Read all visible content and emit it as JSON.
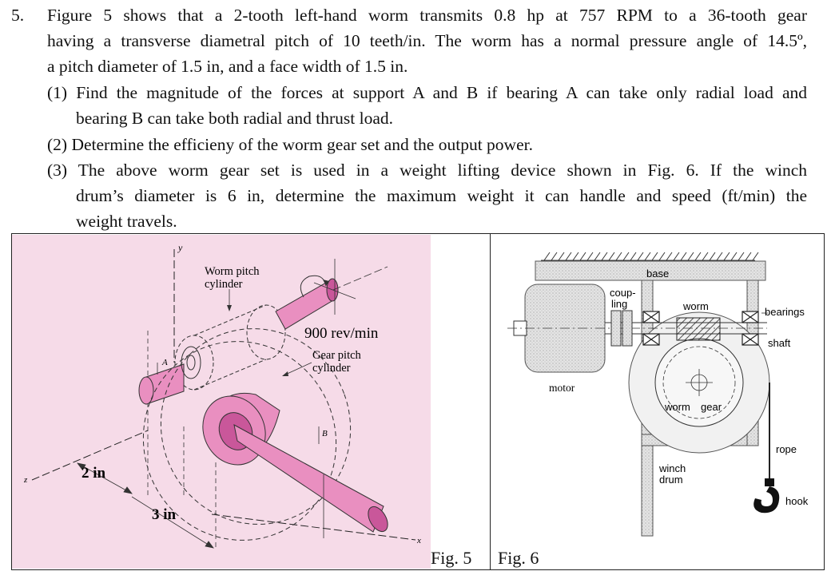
{
  "problem": {
    "number": "5.",
    "statement": [
      "Figure 5 shows that a 2-tooth left-hand worm transmits 0.8 hp at 757 RPM to a 36-tooth gear",
      "having a transverse diametral pitch of 10 teeth/in. The worm has a normal pressure angle of 14.5º,",
      "a pitch diameter of 1.5 in, and a face width of 1.5 in."
    ],
    "parts": [
      {
        "line1": "(1) Find the magnitude of the forces at support A and B if bearing A can take only radial load and",
        "line2": "bearing B can take both radial and thrust load."
      },
      {
        "line1": "(2) Determine the efficieny of the worm gear set and the output power."
      },
      {
        "line1": "(3) The above worm gear set is used in a weight lifting device shown in Fig. 6. If the winch",
        "line2": "drum’s diameter is 6 in, determine the maximum weight it can handle and speed (ft/min) the",
        "line3": "weight travels."
      }
    ]
  },
  "fig5": {
    "caption": "Fig. 5",
    "labels": {
      "worm_pitch_1": "Worm pitch",
      "worm_pitch_2": "cylinder",
      "speed": "900 rev/min",
      "gear_pitch_1": "Gear pitch",
      "gear_pitch_2": "cylinder",
      "A": "A",
      "B": "B",
      "y": "y",
      "z": "z",
      "x": "x",
      "dim_2in": "2 in",
      "dim_3in": "3 in"
    },
    "colors": {
      "background": "#f6dbe8",
      "part": "#e98fc0",
      "part_dark": "#c9579a"
    }
  },
  "fig6": {
    "caption": "Fig. 6",
    "labels": {
      "base": "base",
      "coupling_1": "coup-",
      "coupling_2": "ling",
      "worm": "worm",
      "bearings": "bearings",
      "shaft": "shaft",
      "motor": "motor",
      "worm_gear_1": "worm",
      "worm_gear_2": "gear",
      "rope": "rope",
      "winch_1": "winch",
      "winch_2": "drum",
      "hook": "hook"
    }
  }
}
